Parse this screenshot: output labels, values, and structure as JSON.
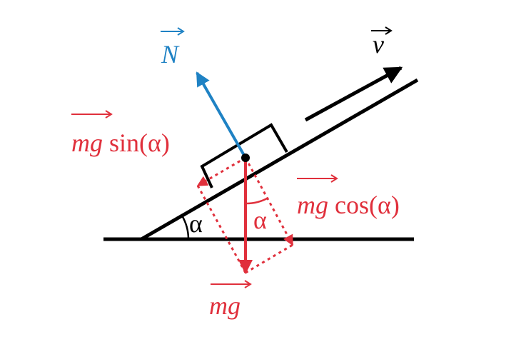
{
  "colors": {
    "force_red": "#e0303c",
    "normal_blue": "#1f82c4",
    "line_black": "#000000"
  },
  "labels": {
    "normal_force": "N",
    "velocity": "v",
    "weight": "mg",
    "parallel_component": "mg",
    "parallel_func": " sin(α)",
    "perpendicular_component": "mg",
    "perpendicular_func": " cos(α)",
    "incline_angle": "α",
    "weight_angle": "α"
  }
}
